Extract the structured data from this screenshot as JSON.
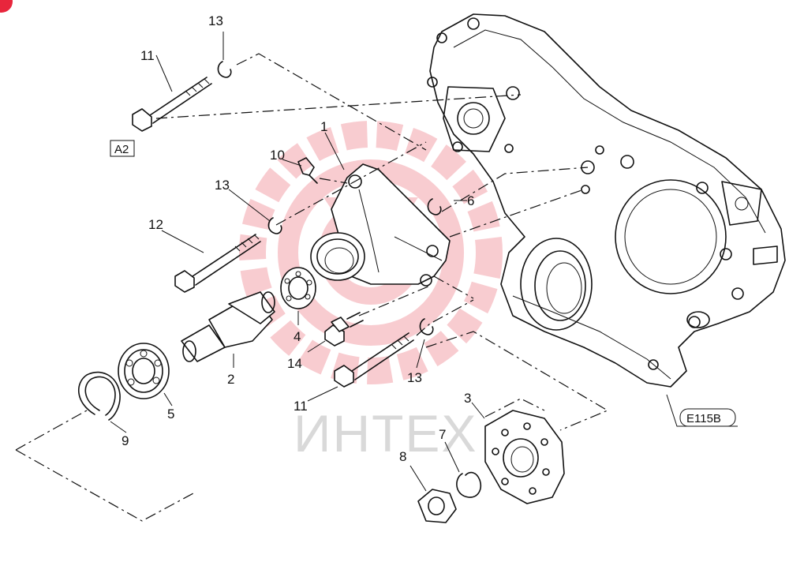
{
  "diagram": {
    "watermark_text": "ИНТЕХ",
    "ref_labels": {
      "a2": "A2",
      "e115b": "E115B"
    },
    "part_labels": {
      "p1": "1",
      "p2": "2",
      "p3": "3",
      "p4": "4",
      "p5": "5",
      "p6": "6",
      "p7": "7",
      "p8": "8",
      "p9": "9",
      "p10": "10",
      "p11a": "11",
      "p11b": "11",
      "p12": "12",
      "p13a": "13",
      "p13b": "13",
      "p13c": "13",
      "p14": "14"
    }
  },
  "colors": {
    "line": "#111111",
    "watermark": "#e84a5a",
    "badge": "#e8263c"
  }
}
